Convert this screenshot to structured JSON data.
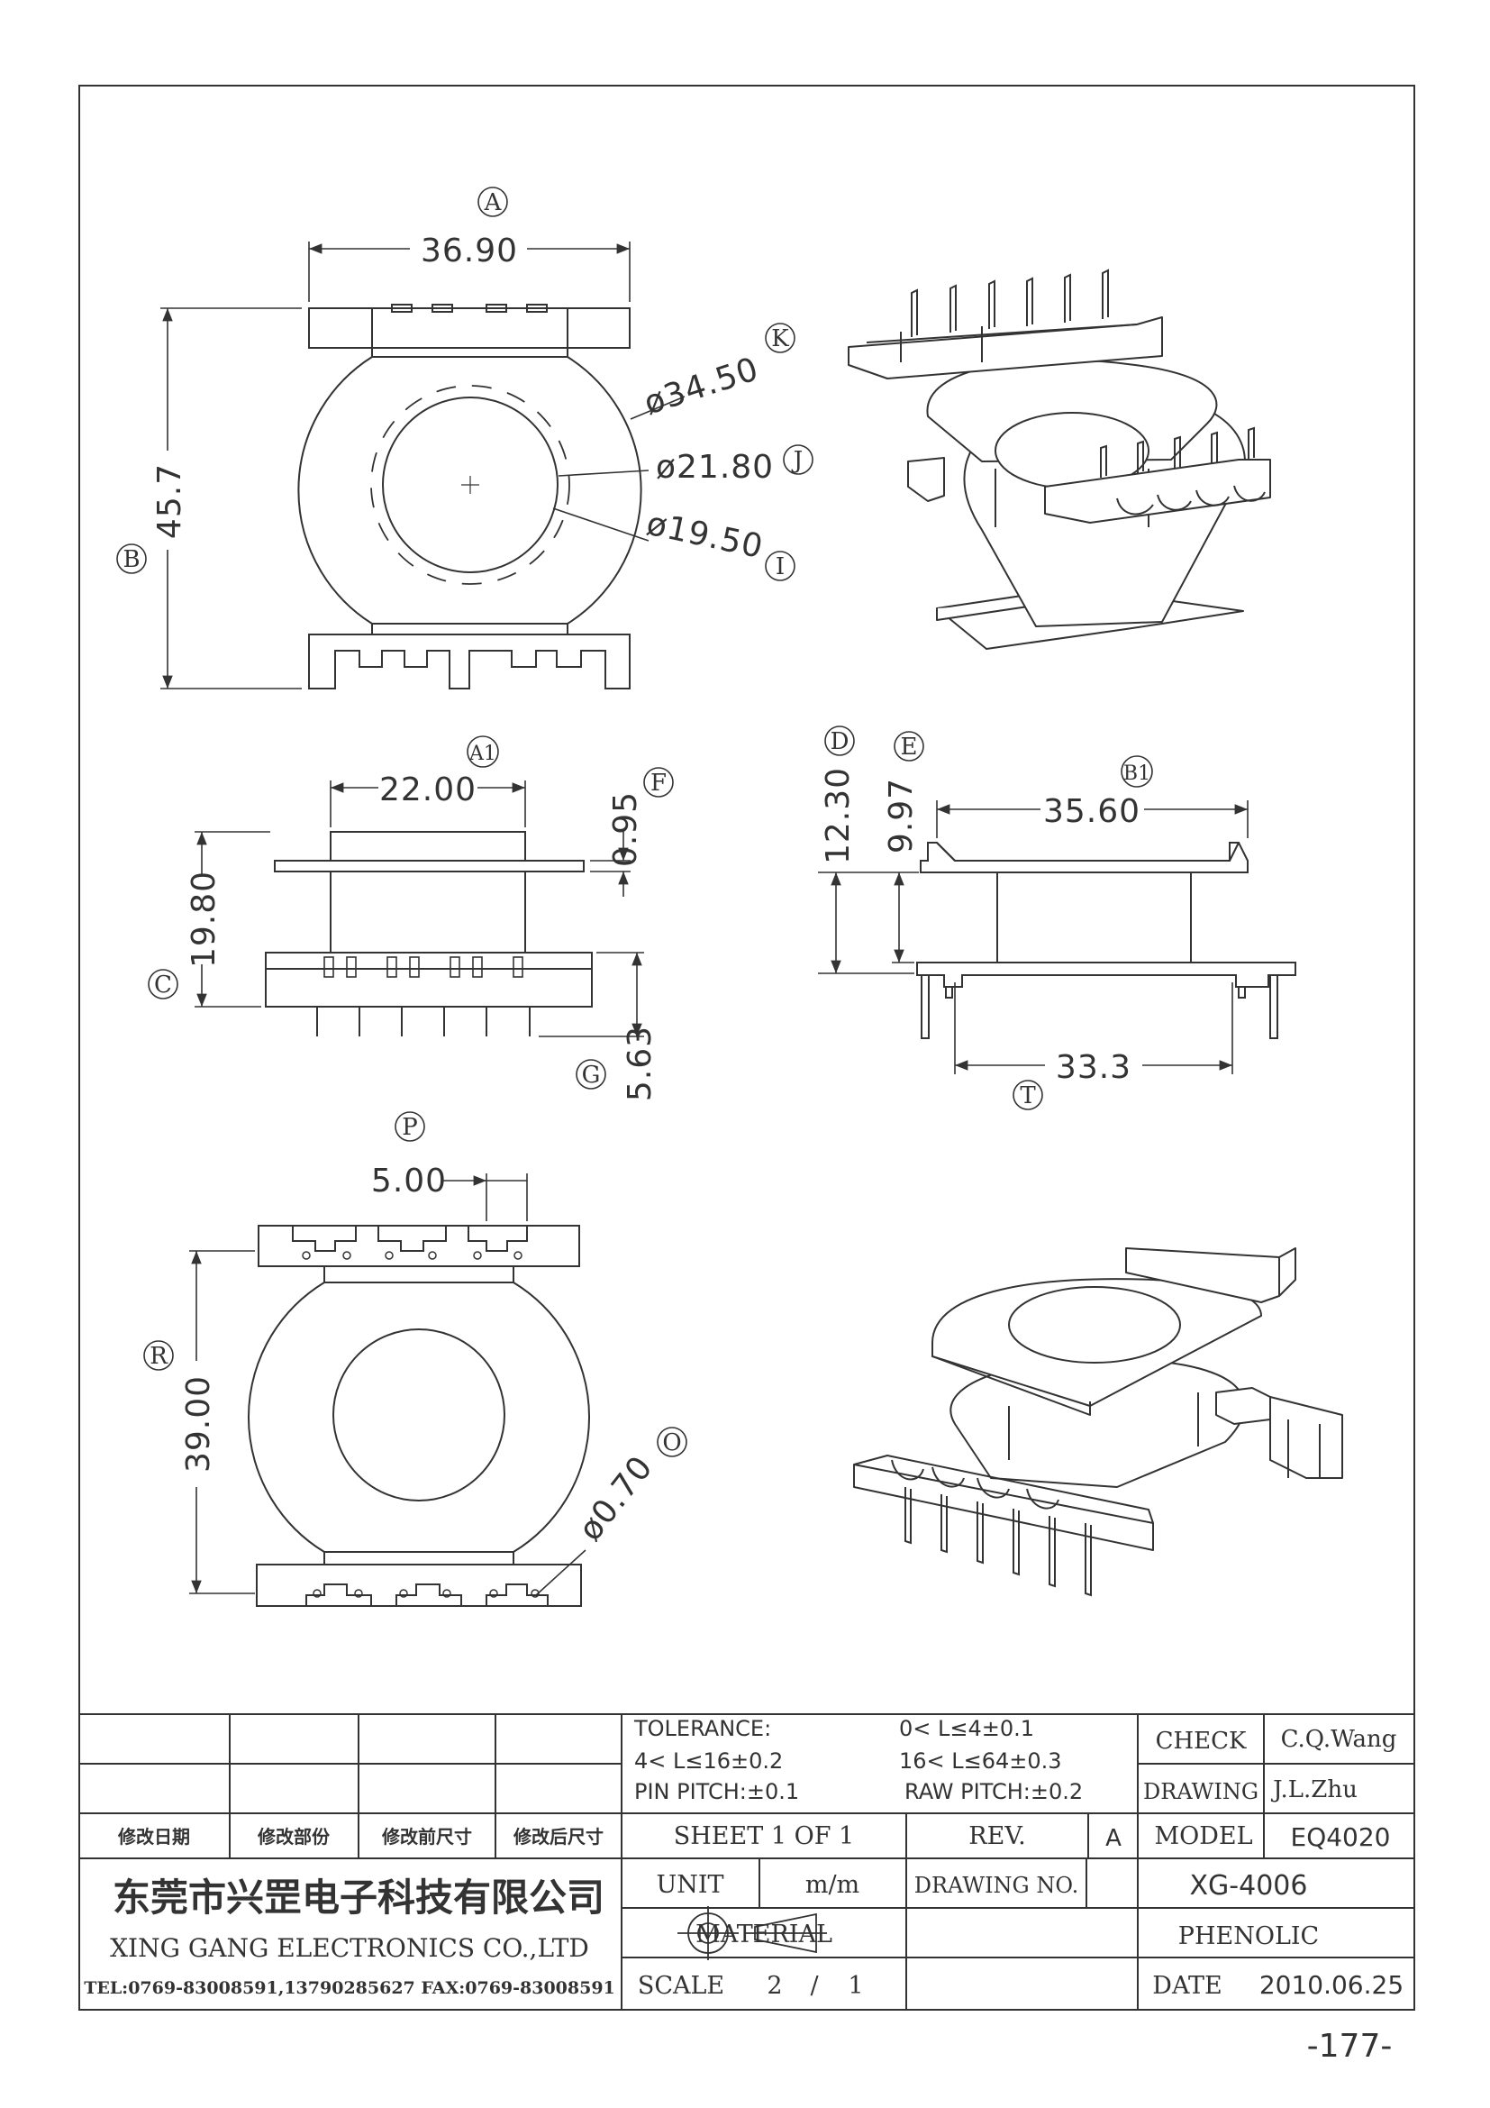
{
  "bubbles": {
    "A": "A",
    "B": "B",
    "K": "K",
    "J": "J",
    "I": "I",
    "A1": "A1",
    "F": "F",
    "C": "C",
    "G": "G",
    "D": "D",
    "E": "E",
    "B1": "B1",
    "T": "T",
    "P": "P",
    "R": "R",
    "O": "O"
  },
  "dims": {
    "A": "36.90",
    "B": "45.7",
    "K": "ø34.50",
    "J": "ø21.80",
    "I": "ø19.50",
    "A1": "22.00",
    "F": "0.95",
    "C": "19.80",
    "G": "5.63",
    "D": "12.30",
    "E": "9.97",
    "B1": "35.60",
    "T": "33.3",
    "P": "5.00",
    "R": "39.00",
    "O": "ø0.70"
  },
  "title_block": {
    "tolerance_label": "TOLERANCE:",
    "tol_1": "0< L≤4±0.1",
    "tol_2": "4< L≤16±0.2",
    "tol_3": "16< L≤64±0.3",
    "pin_pitch": "PIN PITCH:±0.1",
    "raw_pitch": "RAW PITCH:±0.2",
    "check_label": "CHECK",
    "check_value": "C.Q.Wang",
    "drawing_label": "DRAWING",
    "drawing_value": "J.L.Zhu",
    "rev_date_label": "修改日期",
    "rev_part_label": "修改部份",
    "rev_before_label": "修改前尺寸",
    "rev_after_label": "修改后尺寸",
    "sheet": "SHEET 1 OF 1",
    "rev_label": "REV.",
    "rev_value": "A",
    "model_label": "MODEL",
    "model_value": "EQ4020",
    "company_cn": "东莞市兴罡电子科技有限公司",
    "company_en": "XING GANG ELECTRONICS CO.,LTD",
    "company_tel": "TEL:0769-83008591,13790285627 FAX:0769-83008591",
    "unit_label": "UNIT",
    "unit_value": "m/m",
    "drawing_no_label": "DRAWING NO.",
    "drawing_no_value": "XG-4006",
    "material_label": "MATERIAL",
    "material_value": "PHENOLIC",
    "scale_label": "SCALE",
    "scale_a": "2",
    "scale_sep": "/",
    "scale_b": "1",
    "date_label": "DATE",
    "date_value": "2010.06.25"
  },
  "page_number": "-177-"
}
